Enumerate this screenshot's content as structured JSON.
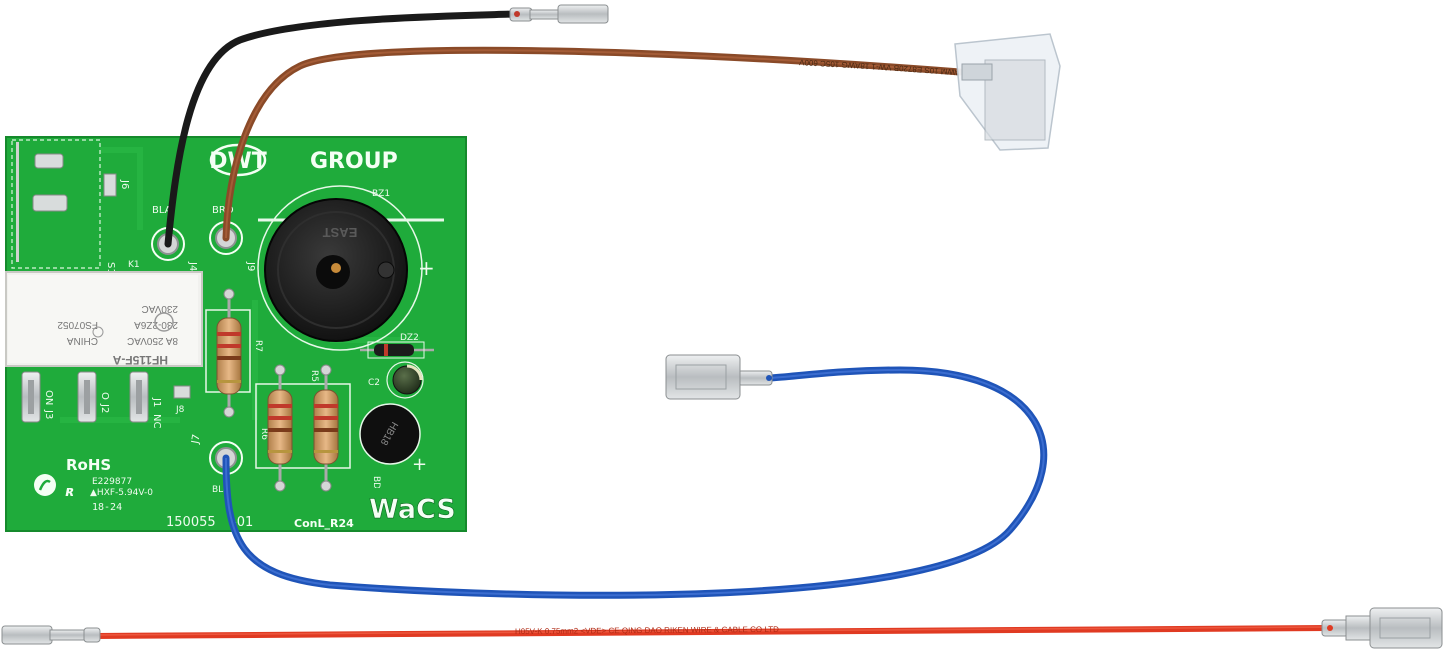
{
  "colors": {
    "pcb": "#1fab3b",
    "pcb_edge": "#158a2c",
    "silkscreen": "#f4fff4",
    "wire_black": "#1a1a1a",
    "wire_brown": "#8a4a28",
    "wire_blue": "#1f54b8",
    "wire_red": "#e03a22",
    "metal": "#c9ccce"
  },
  "board": {
    "logo_mark": "DWT",
    "logo_text": "GROUP",
    "rohs": "RoHS",
    "ul_file": "E229877",
    "ul_grade": "▲HXF-5.94V-0",
    "date_code": "18-24",
    "part_number": "150055",
    "part_suffix": "-01",
    "board_name": "ConL_R24",
    "wacs_logo": "WaCS",
    "refs": {
      "j6": "J6",
      "j4": "J4",
      "j9": "J9",
      "k1": "K1",
      "bz1": "BZ1",
      "r7": "R7",
      "r5": "R5",
      "r6": "R6",
      "dz2": "DZ2",
      "c2": "C2",
      "bd1": "BD1",
      "j8": "J8",
      "j7": "J7",
      "j1": "J1",
      "j2": "J2",
      "j3": "J3",
      "s1": "S1"
    },
    "pad_labels": {
      "black": "BLA",
      "brown": "BRO",
      "blue": "BLU",
      "on": "ON",
      "nc": "NC",
      "o": "O"
    },
    "plus_sign": "+"
  },
  "relay": {
    "model": "HF115F-A",
    "rating": "8A 250VAC",
    "coil": "230VAC",
    "code": "230-2Z6A",
    "origin": "CHINA",
    "lot": "FS07052"
  },
  "buzzer": {
    "brand": "EAST"
  },
  "bridge_rectifier": {
    "label": "HB18"
  },
  "wires": {
    "brown_print": "AWM 10S E8720B VW-1 18AWG 105C 600V",
    "red_print": "H05V-K 0.75mm2 <VDE> CE QING DAO RIKEN WIRE & CABLE CO LTD"
  },
  "icons": [
    "ul-recognized-icon",
    "snappy-logo-icon",
    "ce-mark-icon"
  ]
}
